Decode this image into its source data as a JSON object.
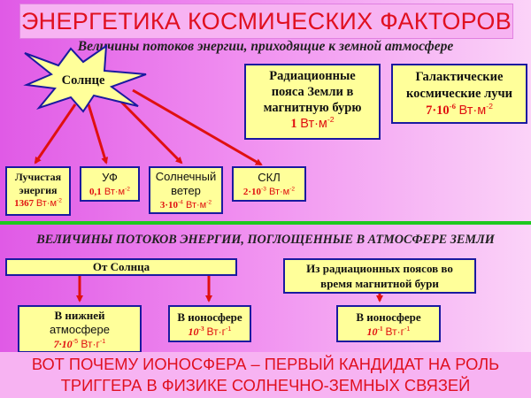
{
  "title": "ЭНЕРГЕТИКА КОСМИЧЕСКИХ ФАКТОРОВ",
  "subtitle": "Величины потоков энергии, приходящие к земной атмосфере",
  "sun": {
    "label": "Солнце"
  },
  "radiation_belts": {
    "line1": "Радиационные",
    "line2": "пояса Земли в",
    "line3": "магнитную бурю",
    "value": "1",
    "unit": "Вт·м",
    "exp": "-2"
  },
  "galactic": {
    "line1": "Галактические",
    "line2": "космические лучи",
    "value": "7·10",
    "value_exp": "-6",
    "unit": "Вт·м",
    "unit_exp": "-2"
  },
  "sources": [
    {
      "line1": "Лучистая",
      "line2": "энергия",
      "value": "1367",
      "value_exp": "",
      "unit": "Вт·м",
      "unit_exp": "-2"
    },
    {
      "line1": "УФ",
      "line2": "",
      "value": "0,1",
      "value_exp": "",
      "unit": "Вт·м",
      "unit_exp": "-2"
    },
    {
      "line1": "Солнечный",
      "line2": "ветер",
      "value": "3·10",
      "value_exp": "-4",
      "unit": "Вт·м",
      "unit_exp": "-2"
    },
    {
      "line1": "СКЛ",
      "line2": "",
      "value": "2·10",
      "value_exp": "-3",
      "unit": "Вт·м",
      "unit_exp": "-2"
    }
  ],
  "section2_title": "ВЕЛИЧИНЫ ПОТОКОВ ЭНЕРГИИ, ПОГЛОЩЕННЫЕ В АТМОСФЕРЕ ЗЕМЛИ",
  "from_sun": "От  Солнца",
  "from_belts": {
    "line1": "Из радиационных поясов во",
    "line2": "время магнитной бури"
  },
  "absorbed": [
    {
      "line1": "В нижней",
      "line2": "атмосфере",
      "value": "7·10",
      "value_exp": "-5",
      "unit": "Вт·г",
      "unit_exp": "-1"
    },
    {
      "line1": "В ионосфере",
      "line2": "",
      "value": "10",
      "value_exp": "-3",
      "unit": "Вт·г",
      "unit_exp": "-1"
    },
    {
      "line1": "В ионосфере",
      "line2": "",
      "value": "10",
      "value_exp": "-1",
      "unit": "Вт·г",
      "unit_exp": "-1"
    }
  ],
  "conclusion": {
    "line1": "ВОТ ПОЧЕМУ ИОНОСФЕРА  – ПЕРВЫЙ КАНДИДАТ НА РОЛЬ",
    "line2": "ТРИГГЕРА В ФИЗИКЕ СОЛНЕЧНО-ЗЕМНЫХ СВЯЗЕЙ"
  },
  "colors": {
    "box_fill": "#ffff9a",
    "box_border": "#1a1aa0",
    "arrow": "#e01010",
    "divider": "#1ec81e",
    "title_text": "#e01020"
  }
}
